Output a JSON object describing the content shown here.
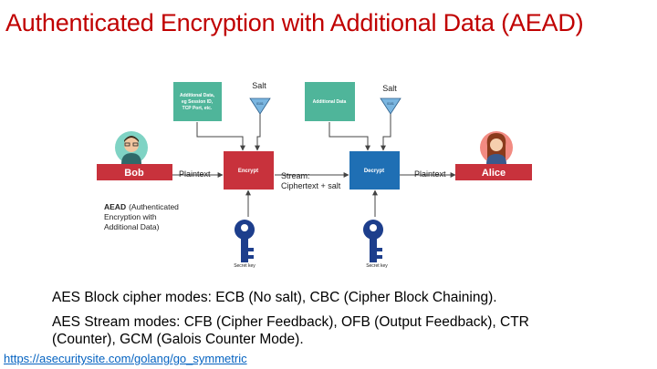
{
  "title": "Authenticated Encryption with Additional Data (AEAD)",
  "diagram": {
    "bob": "Bob",
    "alice": "Alice",
    "plaintext_left": "Plaintext",
    "plaintext_right": "Plaintext",
    "encrypt": "Encrypt",
    "decrypt": "Decrypt",
    "stream_line1": "Stream:",
    "stream_line2": "Ciphertext + salt",
    "salt_left": "Salt",
    "salt_right": "Salt",
    "salt_symbol": "0101",
    "ad_left_line1": "Additional Data,",
    "ad_left_line2": "eg Session ID,",
    "ad_left_line3": "TCP Port, etc.",
    "ad_right": "Additional Data",
    "secret_key_left": "Secret key",
    "secret_key_right": "Secret key",
    "aead_bold": "AEAD",
    "aead_line1": "(Authenticated",
    "aead_line2": "Encryption with",
    "aead_line3": "Additional Data)"
  },
  "bullets": {
    "block_modes": "AES Block cipher modes: ECB (No salt), CBC (Cipher Block Chaining).",
    "stream_modes_line1": "AES Stream modes: CFB (Cipher Feedback), OFB (Output Feedback), CTR",
    "stream_modes_line2": "(Counter), GCM (Galois Counter Mode)."
  },
  "link": "https://asecuritysite.com/golang/go_symmetric",
  "colors": {
    "title": "#c00000",
    "bob_alice_box": "#c8323c",
    "encrypt_box": "#c8323c",
    "decrypt_box": "#1f6fb4",
    "additional_data_box": "#4fb59a",
    "salt_triangle": "#7bb6e0",
    "key": "#1d3e8c",
    "link": "#0563c1"
  },
  "icons": [
    "bob-avatar-icon",
    "alice-avatar-icon",
    "salt-triangle-icon",
    "key-icon",
    "arrow-icon"
  ]
}
